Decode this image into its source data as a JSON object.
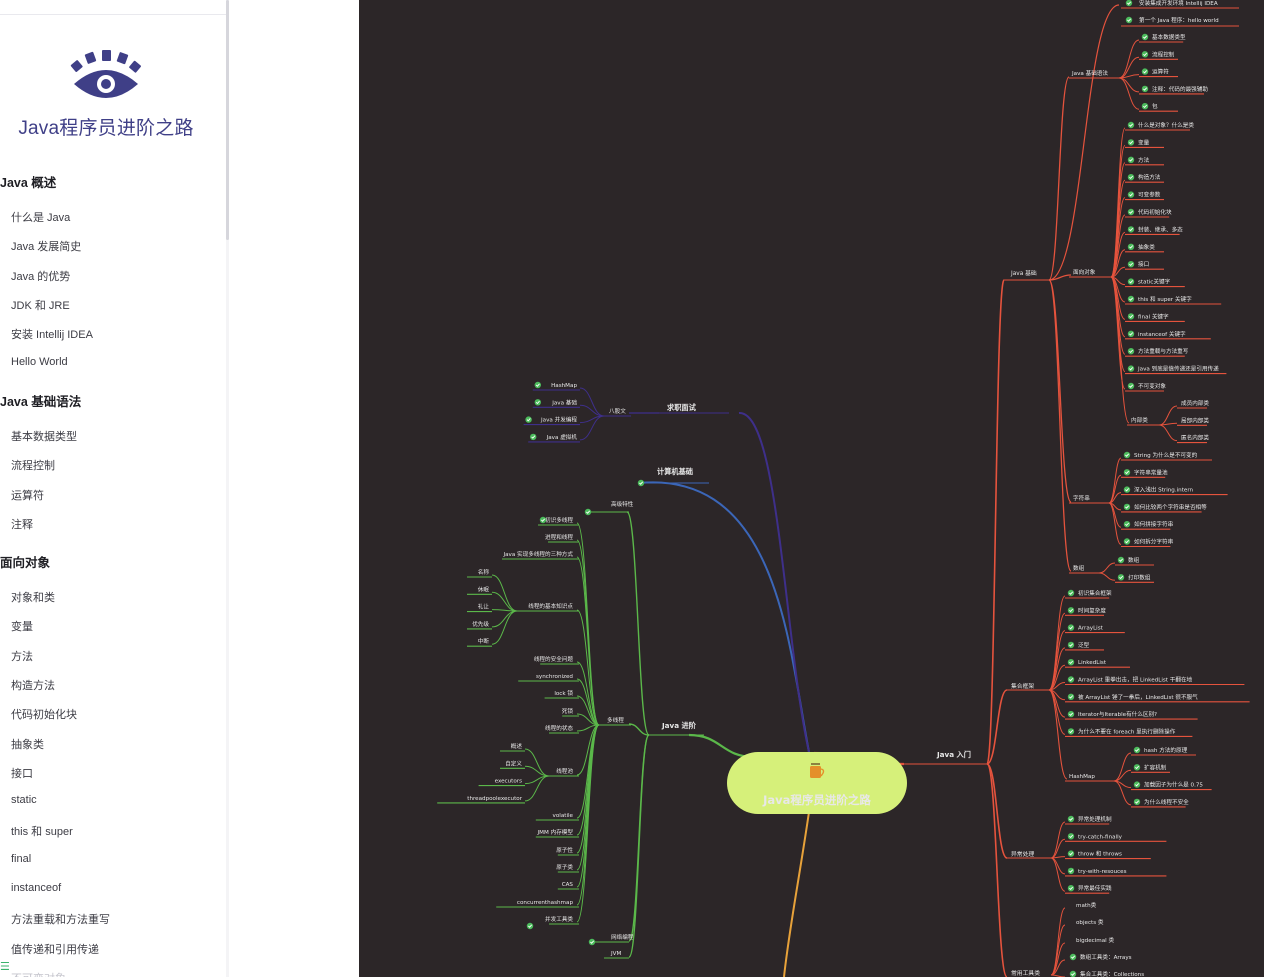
{
  "site": {
    "title": "Java程序员进阶之路"
  },
  "sidebar": {
    "sections": [
      {
        "title": "Java 概述",
        "items": [
          "什么是 Java",
          "Java 发展简史",
          "Java 的优势",
          "JDK 和 JRE",
          "安装 Intellij IDEA",
          "Hello World"
        ]
      },
      {
        "title": "Java 基础语法",
        "items": [
          "基本数据类型",
          "流程控制",
          "运算符",
          "注释"
        ]
      },
      {
        "title": "面向对象",
        "items": [
          "对象和类",
          "变量",
          "方法",
          "构造方法",
          "代码初始化块",
          "抽象类",
          "接口",
          "static",
          "this 和 super",
          "final",
          "instanceof",
          "方法重载和方法重写",
          "值传递和引用传递",
          "不可变对象"
        ]
      }
    ]
  },
  "mindmap": {
    "colors": {
      "background": "#2c2628",
      "root_fill": "#d6f07a",
      "branch_red": "#e5533d",
      "branch_green": "#5bb84a",
      "branch_purple": "#3e2f8a",
      "branch_blue": "#3b66b8",
      "branch_orange": "#e8a23a",
      "check": "#4cbb5c"
    },
    "root": "Java程序员进阶之路",
    "main_branches": {
      "java_intro": "Java 入门",
      "java_advanced": "Java 进阶",
      "interview": "求职面试",
      "cs_basics": "计算机基础"
    },
    "java_basics": "Java 基础",
    "top_partial": [
      "安装集成开发环境 Intellij IDEA",
      "第一个 Java 程序：hello world"
    ],
    "syntax": {
      "label": "Java 基础语法",
      "items": [
        "基本数据类型",
        "流程控制",
        "运算符",
        "注释：代码的最强辅助",
        "包"
      ]
    },
    "oop": {
      "label": "面向对象",
      "items": [
        "什么是对象？什么是类",
        "变量",
        "方法",
        "构造方法",
        "可变参数",
        "代码初始化块",
        "封装、继承、多态",
        "抽象类",
        "接口",
        "static关键字",
        "this 和 super 关键字",
        "final 关键字",
        "instanceof 关键字",
        "方法重载与方法重写",
        "Java 到底是值传递还是引用传递",
        "不可变对象"
      ],
      "inner": {
        "label": "内部类",
        "items": [
          "成员内部类",
          "局部内部类",
          "匿名内部类"
        ]
      }
    },
    "string": {
      "label": "字符串",
      "items": [
        "String 为什么是不可变的",
        "字符串常量池",
        "深入浅出 String.intern",
        "如何比较两个字符串是否相等",
        "如何拼接字符串",
        "如何拆分字符串"
      ]
    },
    "array": {
      "label": "数组",
      "items": [
        "数组",
        "打印数组"
      ]
    },
    "collections": {
      "label": "集合框架",
      "items": [
        "初识集合框架",
        "时间复杂度",
        "ArrayList",
        "泛型",
        "LinkedList",
        "ArrayList 重拳出击，把 LinkedList 干翻在地",
        "被 ArrayList 锤了一拳后，LinkedList 很不服气",
        "Iterator与Iterable有什么区别?",
        "为什么不要在 foreach 里执行删除操作"
      ],
      "hashmap": {
        "label": "HashMap",
        "items": [
          "hash 方法的原理",
          "扩容机制",
          "加载因子为什么是 0.75",
          "为什么线程不安全"
        ]
      }
    },
    "exceptions": {
      "label": "异常处理",
      "items": [
        "异常处理机制",
        "try-catch-finally",
        "throw 和 throws",
        "try-with-resouces",
        "异常最佳实践"
      ]
    },
    "tools": {
      "label": "常用工具类",
      "items": [
        "math类",
        "objects 类",
        "bigdecimal 类",
        "数组工具类：Arrays",
        "集合工具类：Collections"
      ]
    },
    "interview_group": {
      "label": "八股文",
      "items": [
        "HashMap",
        "Java 基础",
        "Java 并发编程",
        "Java 虚拟机"
      ]
    },
    "advanced": {
      "features": "高级特性",
      "multithread": "多线程",
      "thread_items_top": [
        "初识多线程",
        "进程和线程",
        "Java 实现多线程的三种方式"
      ],
      "thread_knowledge": {
        "label": "线程的基本知识点",
        "items": [
          "名称",
          "休眠",
          "礼让",
          "优先级",
          "中断"
        ]
      },
      "thread_items_mid": [
        "线程的安全问题",
        "synchronized",
        "lock 锁",
        "死锁",
        "线程的状态"
      ],
      "pool": {
        "label": "线程池",
        "items": [
          "概述",
          "自定义",
          "executors",
          "threadpoolexecutor"
        ]
      },
      "thread_items_bottom": [
        "volatile",
        "JMM 内存模型",
        "原子性",
        "原子类",
        "CAS",
        "concurrenthashmap",
        "并发工具类"
      ],
      "network": "网络编程",
      "jvm": "JVM"
    }
  }
}
